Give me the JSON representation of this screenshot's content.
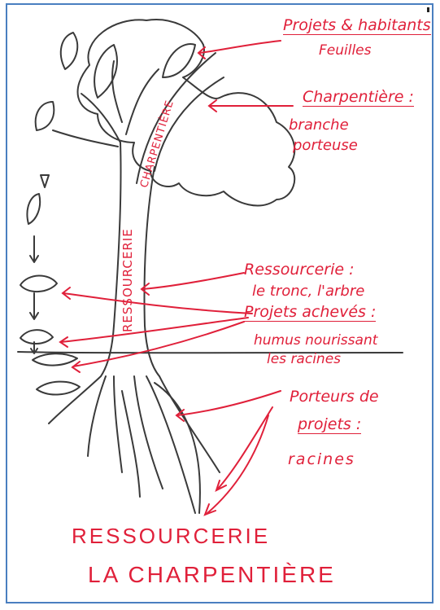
{
  "colors": {
    "ink": "#3a3a3a",
    "accent": "#e0203a",
    "frame": "#4a7fc0"
  },
  "labels": {
    "projets_habitants": "Projets & habitants",
    "feuilles": "Feuilles",
    "charpentiere_title": "Charpentière :",
    "branche": "branche",
    "porteuse": "porteuse",
    "ressourcerie_title": "Ressourcerie :",
    "tronc": "le tronc, l'arbre",
    "projets_acheves": "Projets achevés :",
    "humus": "humus nourissant",
    "les_racines": "les racines",
    "porteurs": "Porteurs de",
    "projets_colon": "projets :",
    "racines": "racines"
  },
  "tree_text": {
    "branch": "CHARPENTIÈRE",
    "trunk": "RESSOURCERIE"
  },
  "footer": {
    "line1": "RESSOURCERIE",
    "line2": "LA CHARPENTIÈRE"
  }
}
